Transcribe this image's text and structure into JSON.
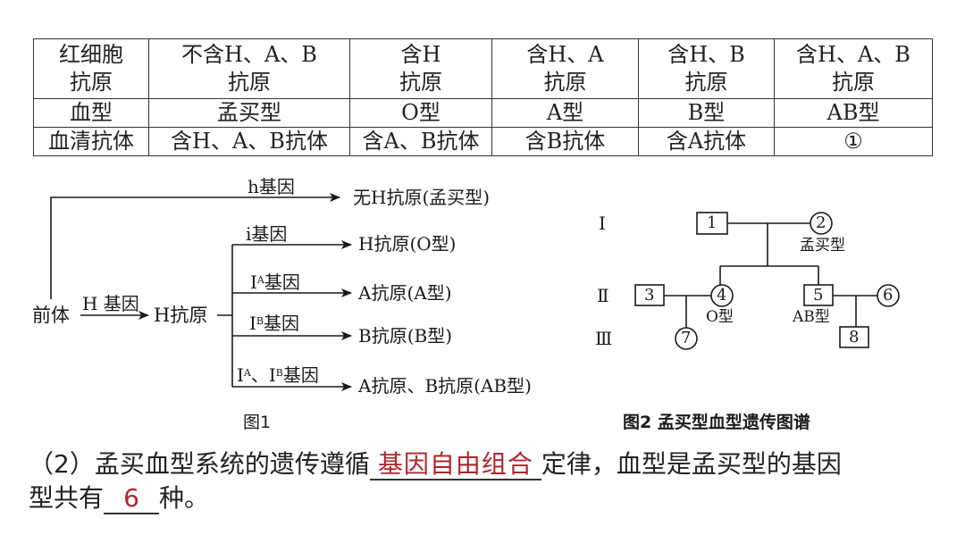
{
  "table": {
    "rows": [
      {
        "header": [
          "红细胞",
          "抗原"
        ],
        "cells": [
          [
            "不含H、A、B",
            "抗原"
          ],
          [
            "含H",
            "抗原"
          ],
          [
            "含H、A",
            "抗原"
          ],
          [
            "含H、B",
            "抗原"
          ],
          [
            "含H、A、B",
            "抗原"
          ]
        ]
      },
      {
        "header": [
          "血型"
        ],
        "cells": [
          [
            "孟买型"
          ],
          [
            "O型"
          ],
          [
            "A型"
          ],
          [
            "B型"
          ],
          [
            "AB型"
          ]
        ]
      },
      {
        "header": [
          "血清抗体"
        ],
        "cells": [
          [
            "含H、A、B抗体"
          ],
          [
            "含A、B抗体"
          ],
          [
            "含B抗体"
          ],
          [
            "含A抗体"
          ],
          [
            "①"
          ]
        ]
      }
    ]
  },
  "figure1": {
    "precursor": "前体",
    "h_gene_arrow": "H 基因",
    "h_antigen": "H抗原",
    "caption": "图1",
    "branches": [
      {
        "gene_prefix": "h",
        "gene_sup": "",
        "gene_suffix": "基因",
        "result": "无H抗原(孟买型)"
      },
      {
        "gene_prefix": "i",
        "gene_sup": "",
        "gene_suffix": "基因",
        "result": "H抗原(O型)"
      },
      {
        "gene_prefix": "I",
        "gene_sup": "A",
        "gene_suffix": "基因",
        "result": "A抗原(A型)"
      },
      {
        "gene_prefix": "I",
        "gene_sup": "B",
        "gene_suffix": "基因",
        "result": "B抗原(B型)"
      },
      {
        "gene_prefix": "I",
        "gene_sup": "A",
        "gene_mid": "、I",
        "gene_sup2": "B",
        "gene_suffix": "基因",
        "result": "A抗原、B抗原(AB型)"
      }
    ]
  },
  "figure2": {
    "caption": "图2 孟买型血型遗传图谱",
    "generations": [
      "Ⅰ",
      "Ⅱ",
      "Ⅲ"
    ],
    "individuals": [
      {
        "id": "1",
        "sex": "male",
        "label": ""
      },
      {
        "id": "2",
        "sex": "female",
        "label": "孟买型"
      },
      {
        "id": "3",
        "sex": "male",
        "label": ""
      },
      {
        "id": "4",
        "sex": "female",
        "label": "O型"
      },
      {
        "id": "5",
        "sex": "male",
        "label": "AB型"
      },
      {
        "id": "6",
        "sex": "female",
        "label": ""
      },
      {
        "id": "7",
        "sex": "female",
        "label": ""
      },
      {
        "id": "8",
        "sex": "male",
        "label": ""
      }
    ]
  },
  "question": {
    "line1_prefix": "（2）孟买血型系统的遗传遵循",
    "answer1": "基因自由组合",
    "line1_suffix": "定律，血型是孟买型的基因",
    "line2_prefix": "型共有",
    "answer2": "6",
    "line2_suffix": "种。",
    "answer_color": "#b3232a"
  }
}
